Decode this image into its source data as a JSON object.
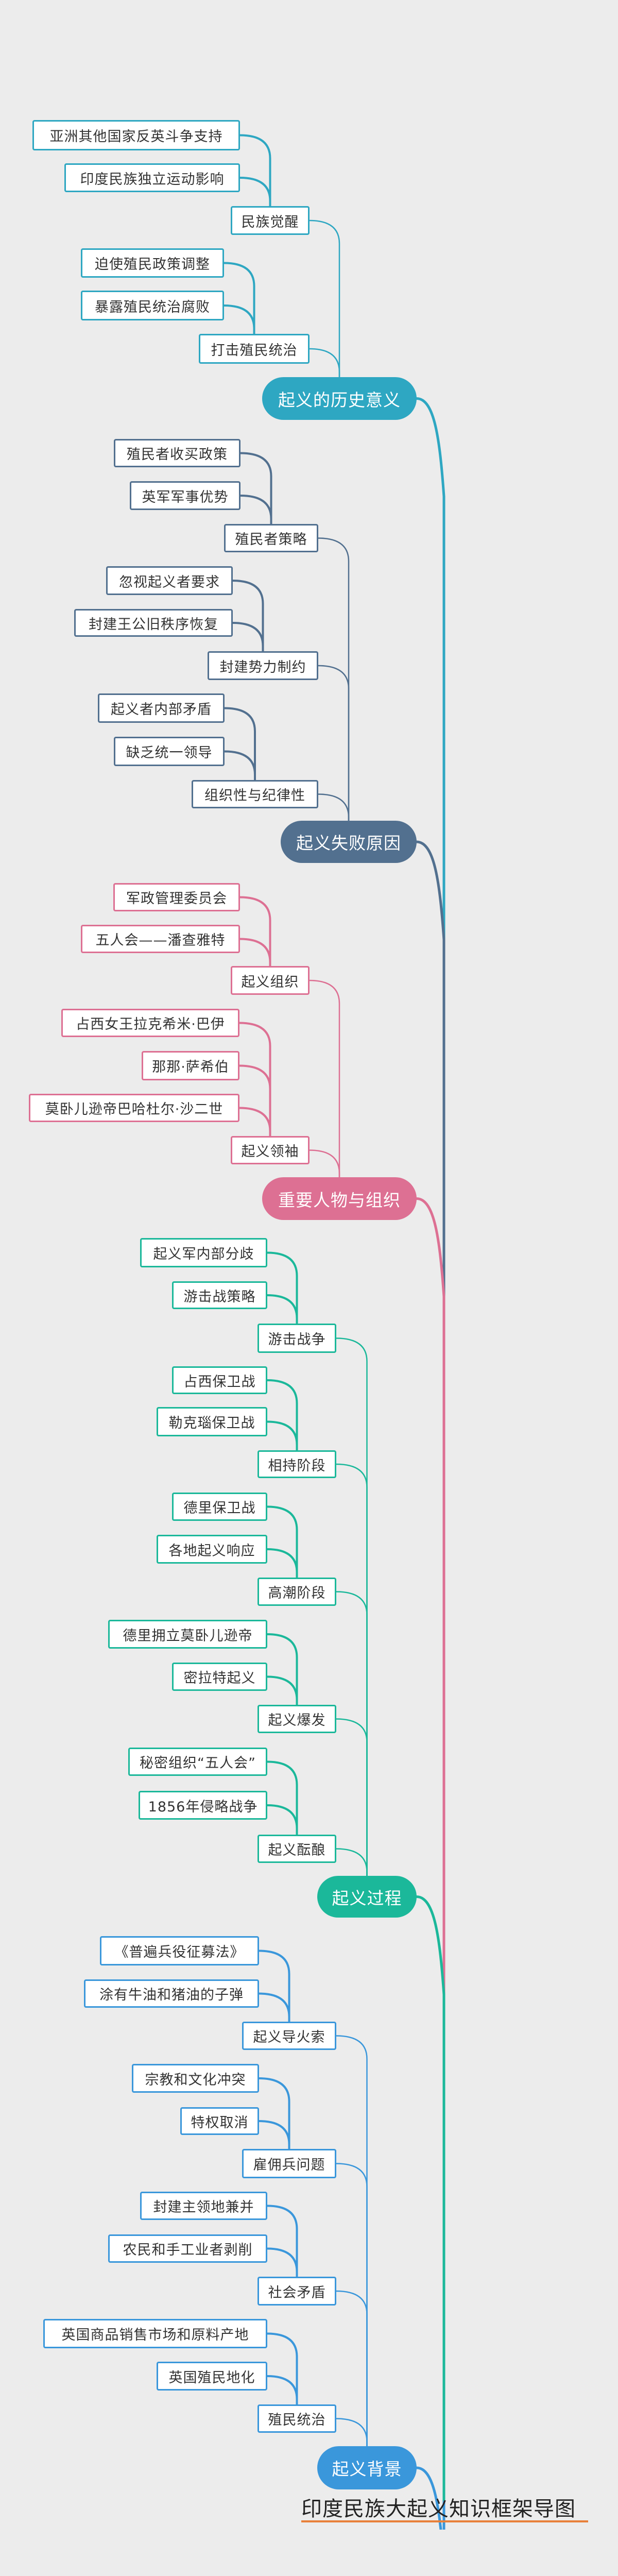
{
  "title": "印度民族大起义知识框架导图",
  "title_underline_color": "#e8803a",
  "branches": [
    {
      "label": "起义的历史意义",
      "color": "#2ea7c2",
      "children": [
        {
          "label": "民族觉醒",
          "children": [
            "亚洲其他国家反英斗争支持",
            "印度民族独立运动影响"
          ]
        },
        {
          "label": "打击殖民统治",
          "children": [
            "迫使殖民政策调整",
            "暴露殖民统治腐败"
          ]
        }
      ]
    },
    {
      "label": "起义失败原因",
      "color": "#52708f",
      "children": [
        {
          "label": "殖民者策略",
          "children": [
            "殖民者收买政策",
            "英军军事优势"
          ]
        },
        {
          "label": "封建势力制约",
          "children": [
            "忽视起义者要求",
            "封建王公旧秩序恢复"
          ]
        },
        {
          "label": "组织性与纪律性",
          "children": [
            "起义者内部矛盾",
            "缺乏统一领导"
          ]
        }
      ]
    },
    {
      "label": "重要人物与组织",
      "color": "#dd7093",
      "children": [
        {
          "label": "起义组织",
          "children": [
            "军政管理委员会",
            "五人会——潘查雅特"
          ]
        },
        {
          "label": "起义领袖",
          "children": [
            "占西女王拉克希米·巴伊",
            "那那·萨希伯",
            "莫卧儿逊帝巴哈杜尔·沙二世"
          ]
        }
      ]
    },
    {
      "label": "起义过程",
      "color": "#1bb89a",
      "children": [
        {
          "label": "游击战争",
          "children": [
            "起义军内部分歧",
            "游击战策略"
          ]
        },
        {
          "label": "相持阶段",
          "children": [
            "占西保卫战",
            "勒克瑙保卫战"
          ]
        },
        {
          "label": "高潮阶段",
          "children": [
            "德里保卫战",
            "各地起义响应"
          ]
        },
        {
          "label": "起义爆发",
          "children": [
            "德里拥立莫卧儿逊帝",
            "密拉特起义"
          ]
        },
        {
          "label": "起义酝酿",
          "children": [
            "秘密组织“五人会”",
            "1856年侵略战争"
          ]
        }
      ]
    },
    {
      "label": "起义背景",
      "color": "#3a97db",
      "children": [
        {
          "label": "起义导火索",
          "children": [
            "《普遍兵役征募法》",
            "涂有牛油和猪油的子弹"
          ]
        },
        {
          "label": "雇佣兵问题",
          "children": [
            "宗教和文化冲突",
            "特权取消"
          ]
        },
        {
          "label": "社会矛盾",
          "children": [
            "封建主领地兼并",
            "农民和手工业者剥削"
          ]
        },
        {
          "label": "殖民统治",
          "children": [
            "英国商品销售市场和原料产地",
            "英国殖民地化"
          ]
        }
      ]
    }
  ]
}
